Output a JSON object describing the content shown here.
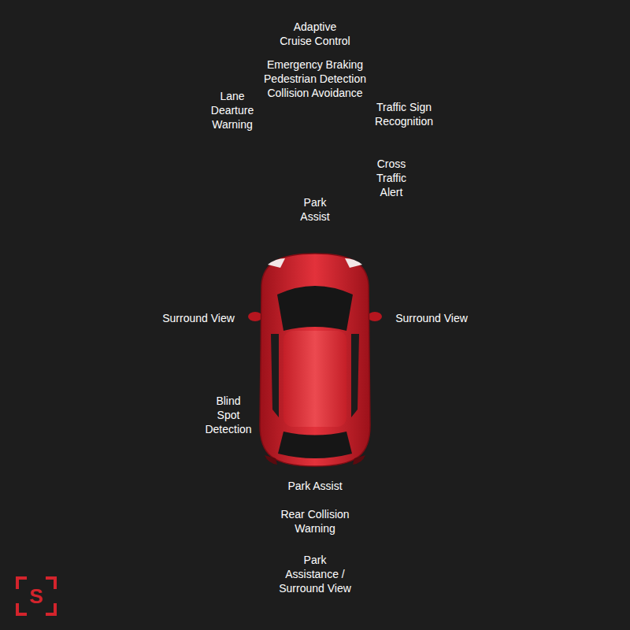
{
  "diagram": {
    "nodes": [
      {
        "text": [
          "Adaptive Cruise Control"
        ]
      },
      {
        "text": [
          "Emergency Braking Pedestrian Detection Collision Avoidance"
        ]
      },
      {
        "text": [
          "Lane Dearture Warning"
        ]
      },
      {
        "text": [
          "Traffic Sign Recognition"
        ]
      },
      {
        "text": [
          "Cross Traffic Alert"
        ]
      },
      {
        "text": [
          "Park Assist"
        ]
      },
      {
        "text": [
          "Surround View"
        ]
      },
      {
        "text": [
          "Surround View"
        ]
      },
      {
        "text": [
          "Blind Spot Detection"
        ]
      },
      {
        "text": [
          "Park Assist"
        ]
      },
      {
        "text": [
          "Rear Collision Warning"
        ]
      },
      {
        "text": [
          "Park Assistance / Surround View"
        ]
      }
    ],
    "labels": [
      "S"
    ]
  }
}
